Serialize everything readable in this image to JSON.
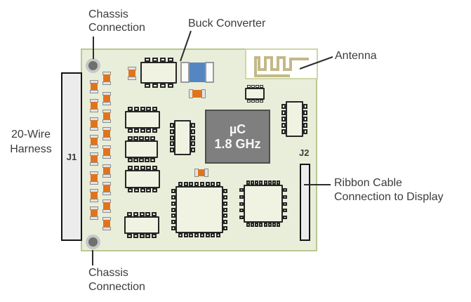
{
  "labels": {
    "chassis_top": "Chassis\nConnection",
    "buck_converter": "Buck Converter",
    "antenna": "Antenna",
    "wire_harness": "20-Wire\nHarness",
    "ribbon_cable": "Ribbon Cable\nConnection to Display",
    "chassis_bottom": "Chassis\nConnection"
  },
  "board": {
    "connector_left": "J1",
    "connector_right": "J2",
    "mcu": {
      "line1": "µC",
      "line2": "1.8 GHz"
    }
  },
  "colors": {
    "board_fill": "#e9eeda",
    "board_border": "#bac893",
    "component_orange": "#e0741e",
    "capacitor_blue": "#5586c1",
    "mcu_gray": "#7f7f7f",
    "antenna_trace": "#c4b888",
    "connector_fill": "#ececec"
  }
}
